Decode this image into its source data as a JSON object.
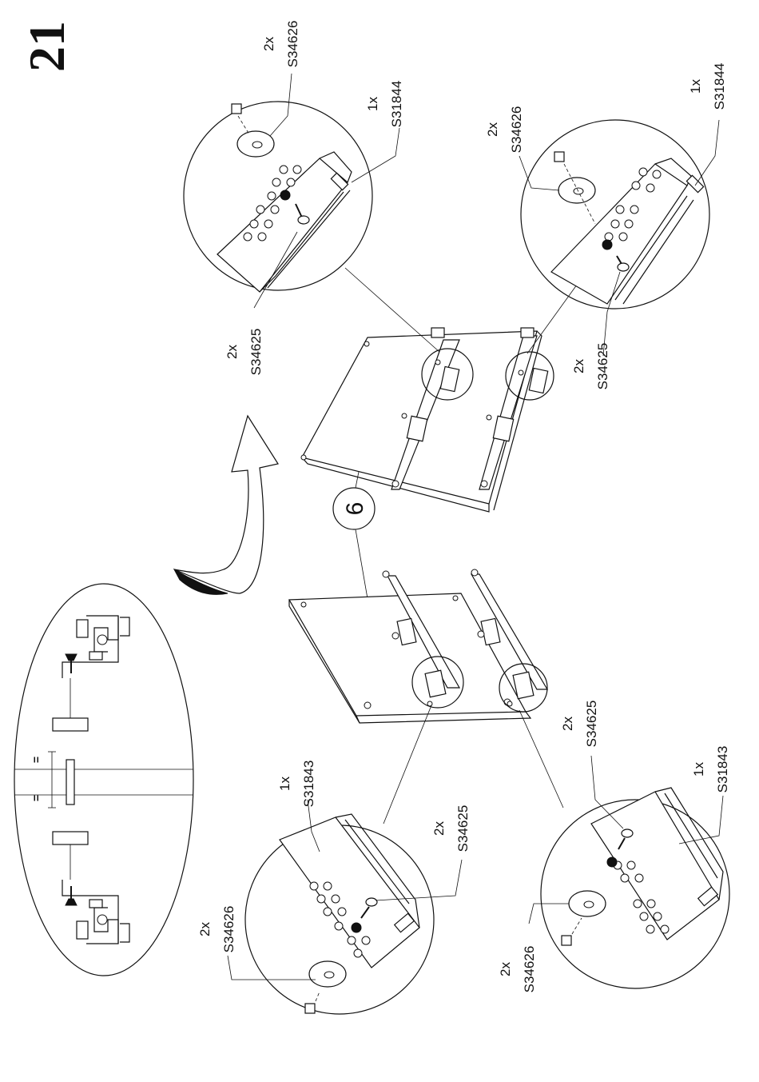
{
  "step_number": "21",
  "panel_number": "6",
  "callouts": {
    "top_left": [
      {
        "qty": "2x",
        "code": "S34626"
      },
      {
        "qty": "1x",
        "code": "S31844"
      },
      {
        "qty": "2x",
        "code": "S34625"
      }
    ],
    "top_right": [
      {
        "qty": "2x",
        "code": "S34626"
      },
      {
        "qty": "1x",
        "code": "S31844"
      },
      {
        "qty": "2x",
        "code": "S34625"
      }
    ],
    "bottom_left": [
      {
        "qty": "1x",
        "code": "S31843"
      },
      {
        "qty": "2x",
        "code": "S34625"
      },
      {
        "qty": "2x",
        "code": "S34626"
      }
    ],
    "bottom_right": [
      {
        "qty": "2x",
        "code": "S34625"
      },
      {
        "qty": "1x",
        "code": "S31843"
      },
      {
        "qty": "2x",
        "code": "S34626"
      }
    ]
  },
  "equal_marks": [
    "=",
    "="
  ],
  "icons": [
    "flip-arrow-icon",
    "screw-icon",
    "spacer-icon",
    "plug-icon",
    "drawer-slide-icon"
  ]
}
